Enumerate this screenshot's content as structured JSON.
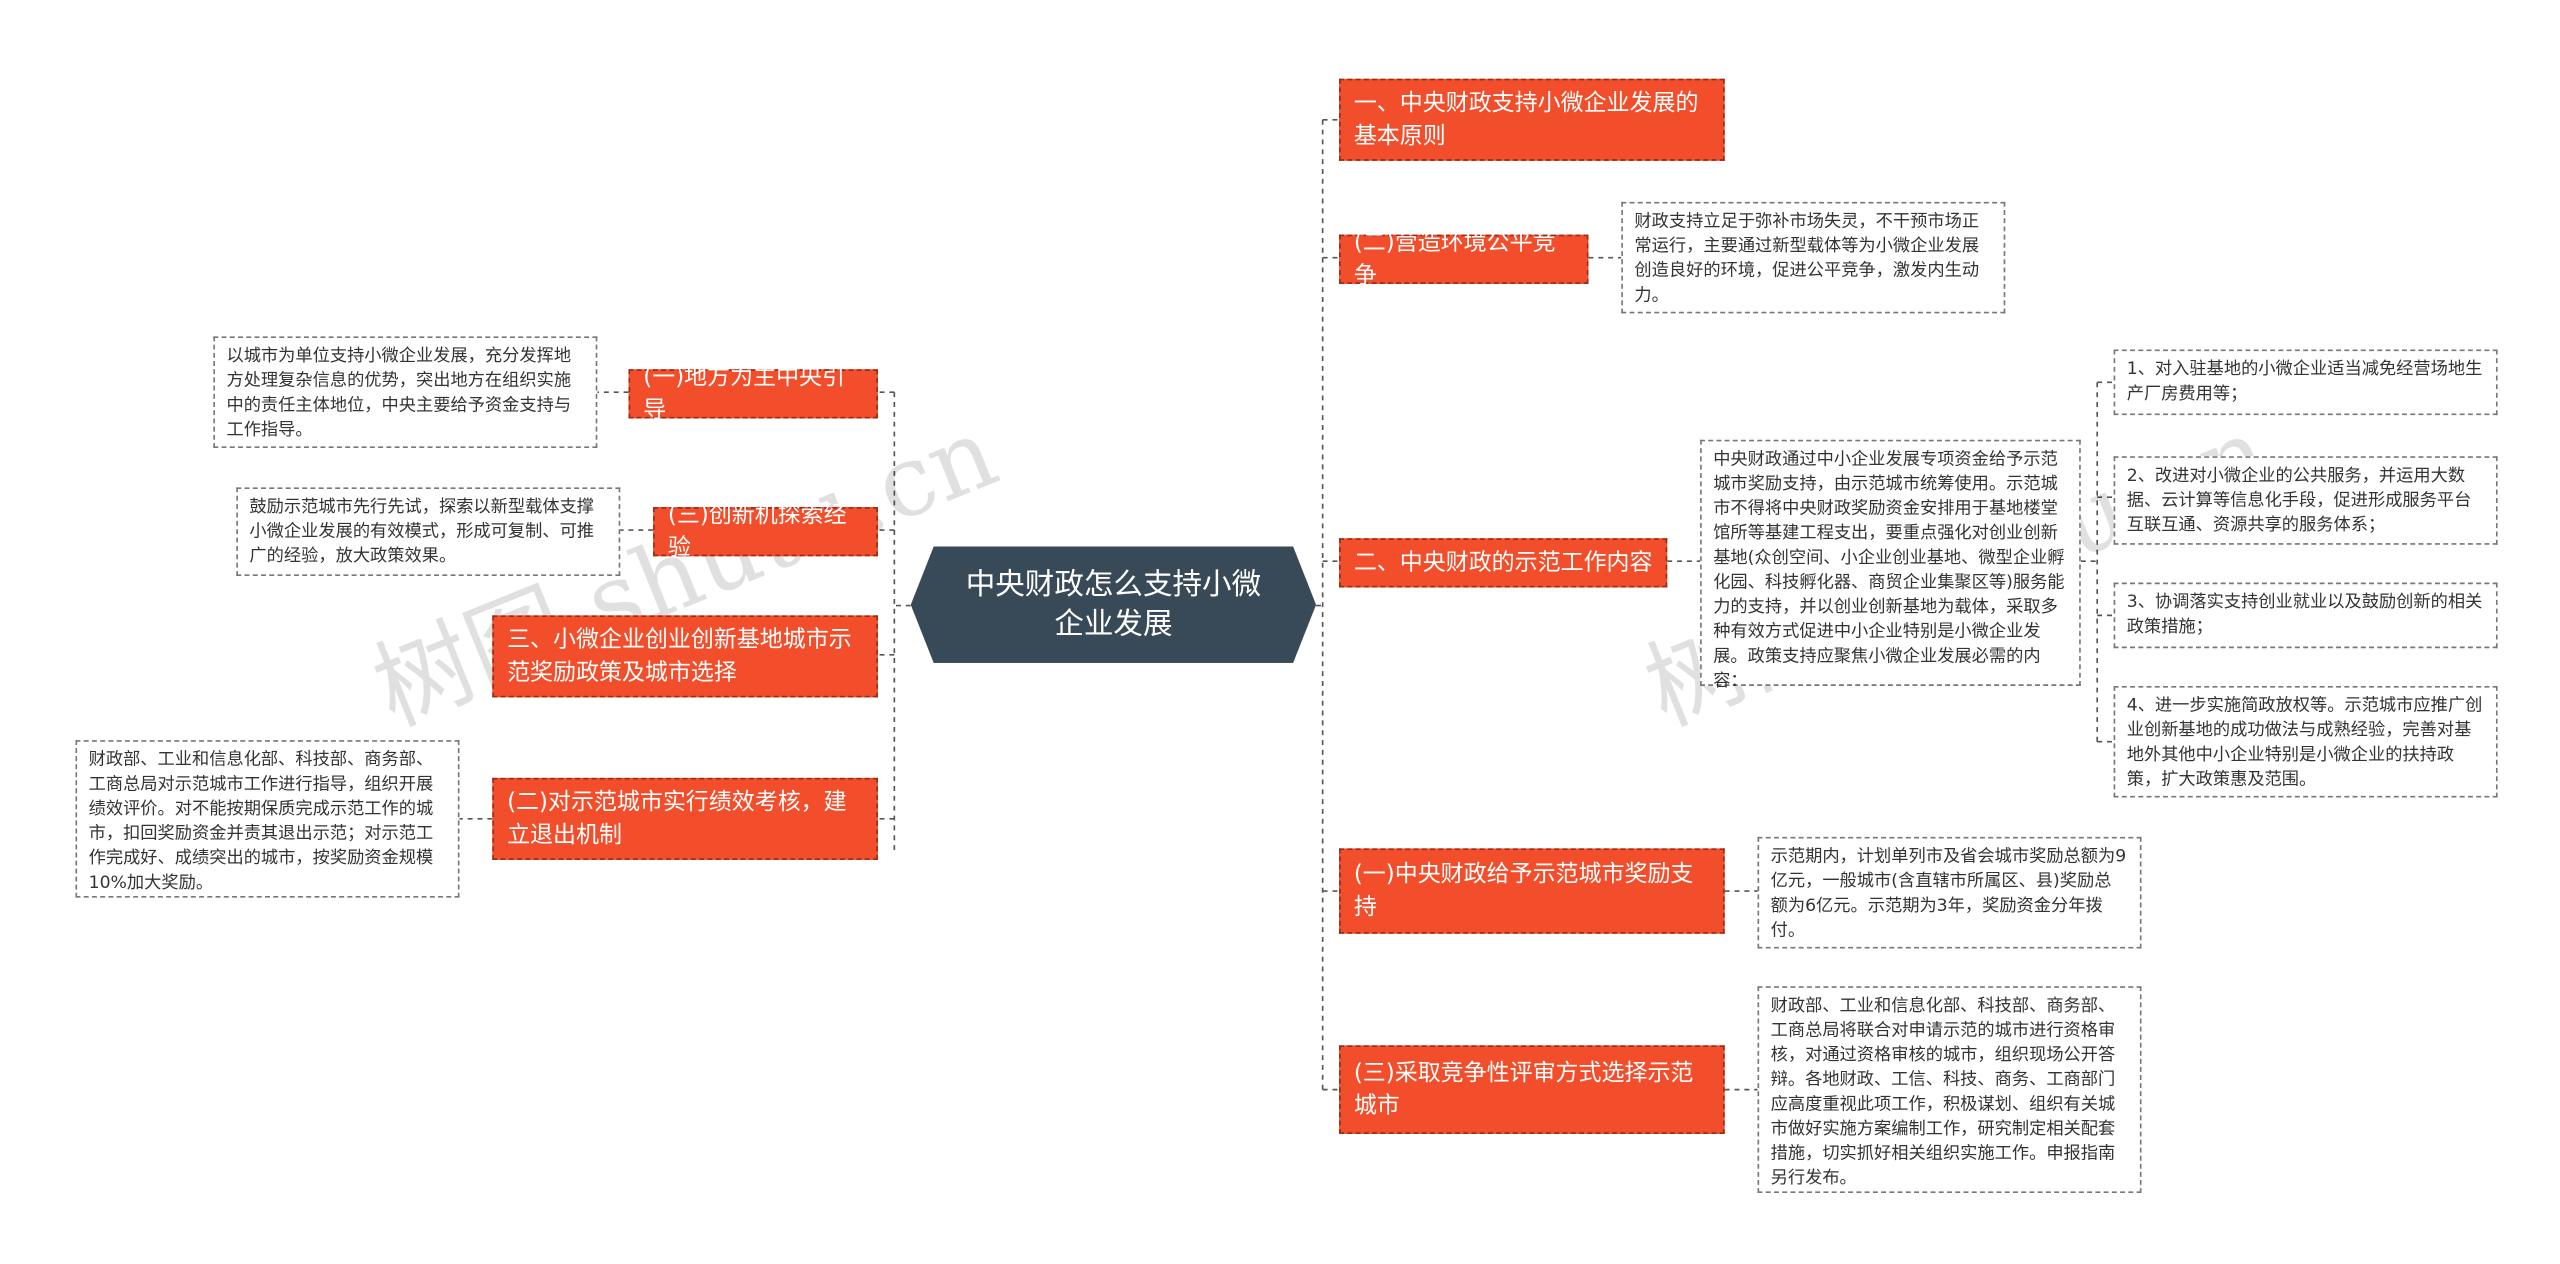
{
  "root": "中央财政怎么支持小微企业发展",
  "left": [
    {
      "label": "(一)地方为主中央引导",
      "detail": "以城市为单位支持小微企业发展，充分发挥地方处理复杂信息的优势，突出地方在组织实施中的责任主体地位，中央主要给予资金支持与工作指导。"
    },
    {
      "label": "(三)创新机探索经验",
      "detail": "鼓励示范城市先行先试，探索以新型载体支撑小微企业发展的有效模式，形成可复制、可推广的经验，放大政策效果。"
    },
    {
      "label": "三、小微企业创业创新基地城市示范奖励政策及城市选择"
    },
    {
      "label": "(二)对示范城市实行绩效考核，建立退出机制",
      "detail": "财政部、工业和信息化部、科技部、商务部、工商总局对示范城市工作进行指导，组织开展绩效评价。对不能按期保质完成示范工作的城市，扣回奖励资金并责其退出示范；对示范工作完成好、成绩突出的城市，按奖励资金规模10%加大奖励。"
    }
  ],
  "right": [
    {
      "label": "一、中央财政支持小微企业发展的基本原则"
    },
    {
      "label": "(二)营造环境公平竞争",
      "detail": "财政支持立足于弥补市场失灵，不干预市场正常运行，主要通过新型载体等为小微企业发展创造良好的环境，促进公平竞争，激发内生动力。"
    },
    {
      "label": "二、中央财政的示范工作内容",
      "detail": "中央财政通过中小企业发展专项资金给予示范城市奖励支持，由示范城市统筹使用。示范城市不得将中央财政奖励资金安排用于基地楼堂馆所等基建工程支出，要重点强化对创业创新基地(众创空间、小企业创业基地、微型企业孵化园、科技孵化器、商贸企业集聚区等)服务能力的支持，并以创业创新基地为载体，采取多种有效方式促进中小企业特别是小微企业发展。政策支持应聚焦小微企业发展必需的内容：",
      "items": [
        "1、对入驻基地的小微企业适当减免经营场地生产厂房费用等；",
        "2、改进对小微企业的公共服务，并运用大数据、云计算等信息化手段，促进形成服务平台互联互通、资源共享的服务体系；",
        "3、协调落实支持创业就业以及鼓励创新的相关政策措施；",
        "4、进一步实施简政放权等。示范城市应推广创业创新基地的成功做法与成熟经验，完善对基地外其他中小企业特别是小微企业的扶持政策，扩大政策惠及范围。"
      ]
    },
    {
      "label": "(一)中央财政给予示范城市奖励支持",
      "detail": "示范期内，计划单列市及省会城市奖励总额为9亿元，一般城市(含直辖市所属区、县)奖励总额为6亿元。示范期为3年，奖励资金分年拨付。"
    },
    {
      "label": "(三)采取竞争性评审方式选择示范城市",
      "detail": "财政部、工业和信息化部、科技部、商务部、工商总局将联合对申请示范的城市进行资格审核，对通过资格审核的城市，组织现场公开答辩。各地财政、工信、科技、商务、工商部门应高度重视此项工作，积极谋划、组织有关城市做好实施方案编制工作，研究制定相关配套措施，切实抓好相关组织实施工作。申报指南另行发布。"
    }
  ],
  "watermarks": [
    "树图 shutu.cn",
    "树图 shutu.cn"
  ]
}
